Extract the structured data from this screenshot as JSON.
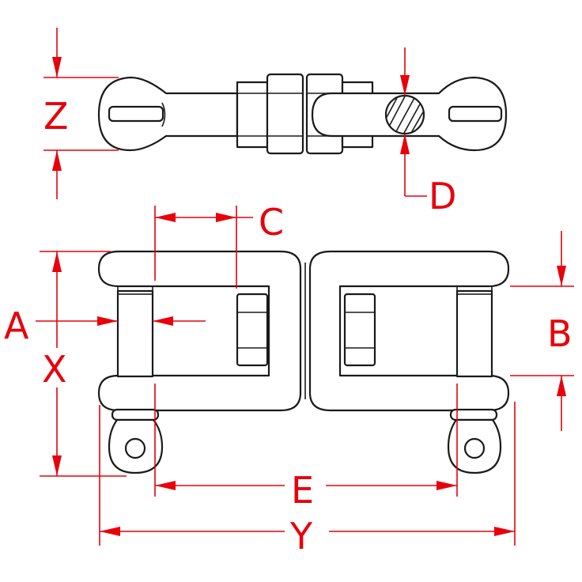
{
  "diagram": {
    "colors": {
      "dimension": "#e8000b",
      "outline": "#1a1a1a",
      "background": "#ffffff"
    },
    "labels": {
      "Z": "Z",
      "D": "D",
      "C": "C",
      "A": "A",
      "B": "B",
      "X": "X",
      "E": "E",
      "Y": "Y"
    }
  }
}
